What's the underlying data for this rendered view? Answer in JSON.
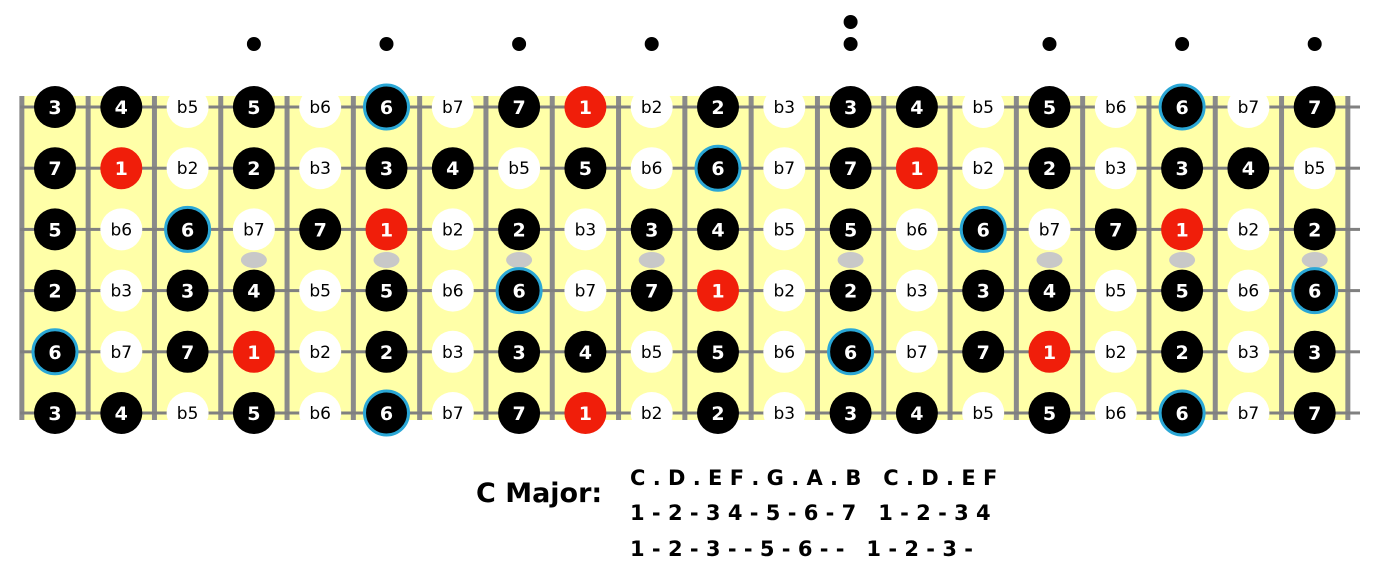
{
  "diagram": {
    "colors": {
      "fret_fill": "#ffffa8",
      "fret_wire": "#8a8a8a",
      "string": "#808080",
      "note_black": "#000000",
      "note_root": "#f01e0a",
      "note_white": "#ffffff",
      "highlight_ring": "#2aa7d6",
      "marker_grey": "#c8c8c8"
    },
    "inlay_markers": [
      {
        "column": 3,
        "count": 1
      },
      {
        "column": 5,
        "count": 1
      },
      {
        "column": 7,
        "count": 1
      },
      {
        "column": 9,
        "count": 1
      },
      {
        "column": 12,
        "count": 2
      },
      {
        "column": 15,
        "count": 1
      },
      {
        "column": 17,
        "count": 1
      },
      {
        "column": 19,
        "count": 1
      }
    ],
    "strings": [
      [
        "3",
        "4",
        "b5",
        "5",
        "b6",
        "6",
        "b7",
        "7",
        "1",
        "b2",
        "2",
        "b3",
        "3",
        "4",
        "b5",
        "5",
        "b6",
        "6",
        "b7",
        "7"
      ],
      [
        "7",
        "1",
        "b2",
        "2",
        "b3",
        "3",
        "4",
        "b5",
        "5",
        "b6",
        "6",
        "b7",
        "7",
        "1",
        "b2",
        "2",
        "b3",
        "3",
        "4",
        "b5"
      ],
      [
        "5",
        "b6",
        "6",
        "b7",
        "7",
        "1",
        "b2",
        "2",
        "b3",
        "3",
        "4",
        "b5",
        "5",
        "b6",
        "6",
        "b7",
        "7",
        "1",
        "b2",
        "2"
      ],
      [
        "2",
        "b3",
        "3",
        "4",
        "b5",
        "5",
        "b6",
        "6",
        "b7",
        "7",
        "1",
        "b2",
        "2",
        "b3",
        "3",
        "4",
        "b5",
        "5",
        "b6",
        "6"
      ],
      [
        "6",
        "b7",
        "7",
        "1",
        "b2",
        "2",
        "b3",
        "3",
        "4",
        "b5",
        "5",
        "b6",
        "6",
        "b7",
        "7",
        "1",
        "b2",
        "2",
        "b3",
        "3"
      ],
      [
        "3",
        "4",
        "b5",
        "5",
        "b6",
        "6",
        "b7",
        "7",
        "1",
        "b2",
        "2",
        "b3",
        "3",
        "4",
        "b5",
        "5",
        "b6",
        "6",
        "b7",
        "7"
      ]
    ]
  },
  "legend": {
    "title": "C Major:",
    "notes": "C . D . E F . G . A . B   C . D . E F",
    "intervals": "1 - 2 - 3 4 - 5 - 6 - 7   1 - 2 - 3 4",
    "pentatonic": "1 - 2 - 3 - - 5 - 6 - -   1 - 2 - 3 -"
  }
}
